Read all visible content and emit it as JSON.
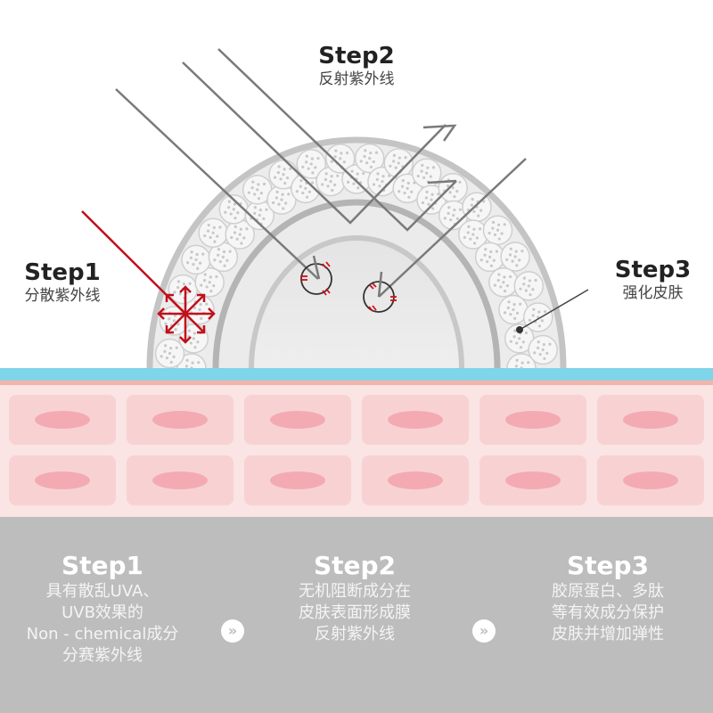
{
  "top": {
    "step1": {
      "title": "Step1",
      "subtitle": "分散紫外线"
    },
    "step2": {
      "title": "Step2",
      "subtitle": "反射紫外线"
    },
    "step3": {
      "title": "Step3",
      "subtitle": "强化皮肤"
    }
  },
  "bottom": [
    {
      "title": "Step1",
      "lines": [
        "具有散乱UVA、",
        "UVB效果的",
        "Non - chemical成分",
        "分赛紫外线"
      ]
    },
    {
      "title": "Step2",
      "lines": [
        "无机阻断成分在",
        "皮肤表面形成膜",
        "反射紫外线"
      ]
    },
    {
      "title": "Step3",
      "lines": [
        "胶原蛋白、多肽",
        "等有效成分保护",
        "皮肤并增加弹性"
      ]
    }
  ],
  "arrow_glyph": "»",
  "colors": {
    "uv_red": "#c0101a",
    "ray_gray": "#777777",
    "skin_blue": "#7fd5ea",
    "panel_gray": "#bdbdbd",
    "cell": "#f8d2d2",
    "nucleus": "#f3aab3"
  }
}
